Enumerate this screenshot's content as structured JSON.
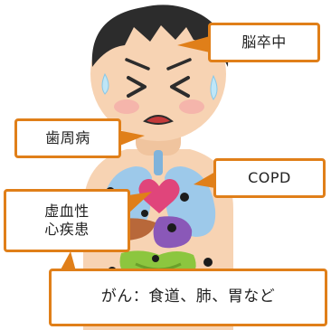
{
  "callouts": {
    "stroke": {
      "label": "脳卒中"
    },
    "periodontal": {
      "label": "歯周病"
    },
    "copd": {
      "label": "COPD"
    },
    "ischemic_heart": {
      "line1": "虚血性",
      "line2": "心疾患"
    },
    "cancer": {
      "label": "がん：食道、肺、胃など"
    }
  },
  "colors": {
    "accent": "#e07f19",
    "skin": "#f7d3b3",
    "hair": "#2c2c2c",
    "lungs": "#9dc9ea",
    "heart": "#e0457b",
    "stomach": "#8a58b8",
    "intestine": "#8cc63f",
    "cancer_spot": "#1c1c1c"
  },
  "illustration": {
    "subject": "sick-person-with-organs",
    "face_expression": "pained"
  }
}
